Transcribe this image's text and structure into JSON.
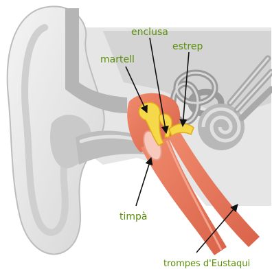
{
  "labels": {
    "martell": "martell",
    "enclusa": "enclusa",
    "estrep": "estrep",
    "timpa": "timpà",
    "trompes": "trompes d'Eustaqui"
  },
  "colors": {
    "label_text": "#5a8f0a",
    "tube": "#e8765a",
    "ossicle": "#f5d94a",
    "ear_gray": "#c8c8c8",
    "ear_light": "#ececec"
  }
}
